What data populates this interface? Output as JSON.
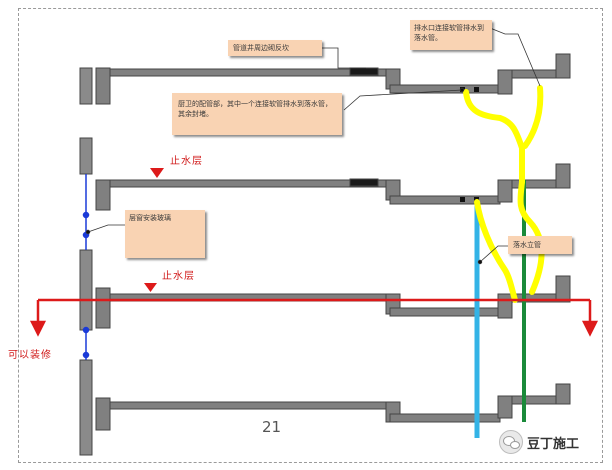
{
  "notes": {
    "pipe_wall": "管道井周边砌反坎",
    "drain_connect": "排水口连接软管排水到落水管。",
    "bathroom_pipe": "厨卫的配管部，其中一个连接软管排水到落水管，其余封堵。",
    "install_glass": "层窗安装玻璃",
    "downpipe": "落水立管"
  },
  "labels": {
    "stop_layer_1": "止水层",
    "stop_layer_2": "止水层",
    "decor_ok": "可以装修",
    "page_number": "21"
  },
  "watermark": {
    "text": "豆丁施工"
  },
  "colors": {
    "slab": "#777777",
    "slab_dark": "#555555",
    "upstand": "#1a1a1a",
    "hose": "#ffff00",
    "pipe_blue": "#33b3e6",
    "pipe_green": "#1a8a3a",
    "stop_line": "#dd1a1a",
    "note_bg": "#f9d3b3"
  }
}
